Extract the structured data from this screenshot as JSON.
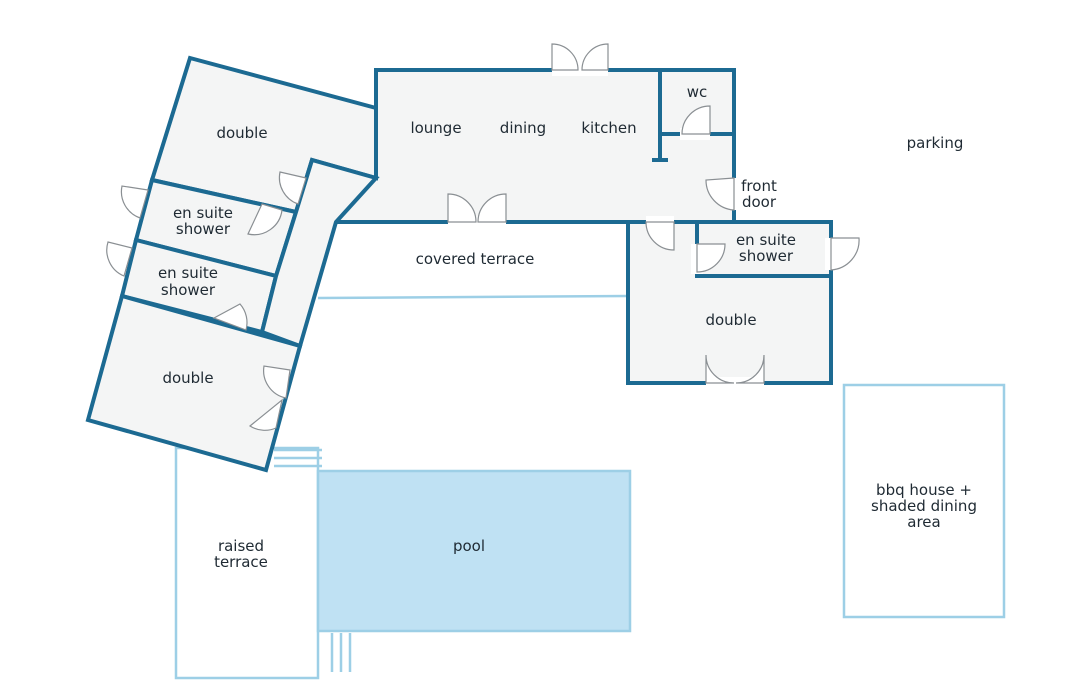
{
  "labels": {
    "double_top": "double",
    "lounge": "lounge",
    "dining": "dining",
    "kitchen": "kitchen",
    "wc": "wc",
    "parking": "parking",
    "front_door_1": "front",
    "front_door_2": "door",
    "ensuite_a_1": "en suite",
    "ensuite_a_2": "shower",
    "ensuite_b_1": "en suite",
    "ensuite_b_2": "shower",
    "ensuite_c_1": "en suite",
    "ensuite_c_2": "shower",
    "covered_terrace": "covered terrace",
    "double_left": "double",
    "double_right": "double",
    "raised_terrace_1": "raised",
    "raised_terrace_2": "terrace",
    "pool": "pool",
    "bbq_1": "bbq house +",
    "bbq_2": "shaded dining",
    "bbq_3": "area"
  },
  "colors": {
    "wall": "#1c6a92",
    "floor": "#f4f5f5",
    "outline": "#9dcfe6",
    "pool": "#bfe1f3",
    "text": "#1f2a33"
  }
}
